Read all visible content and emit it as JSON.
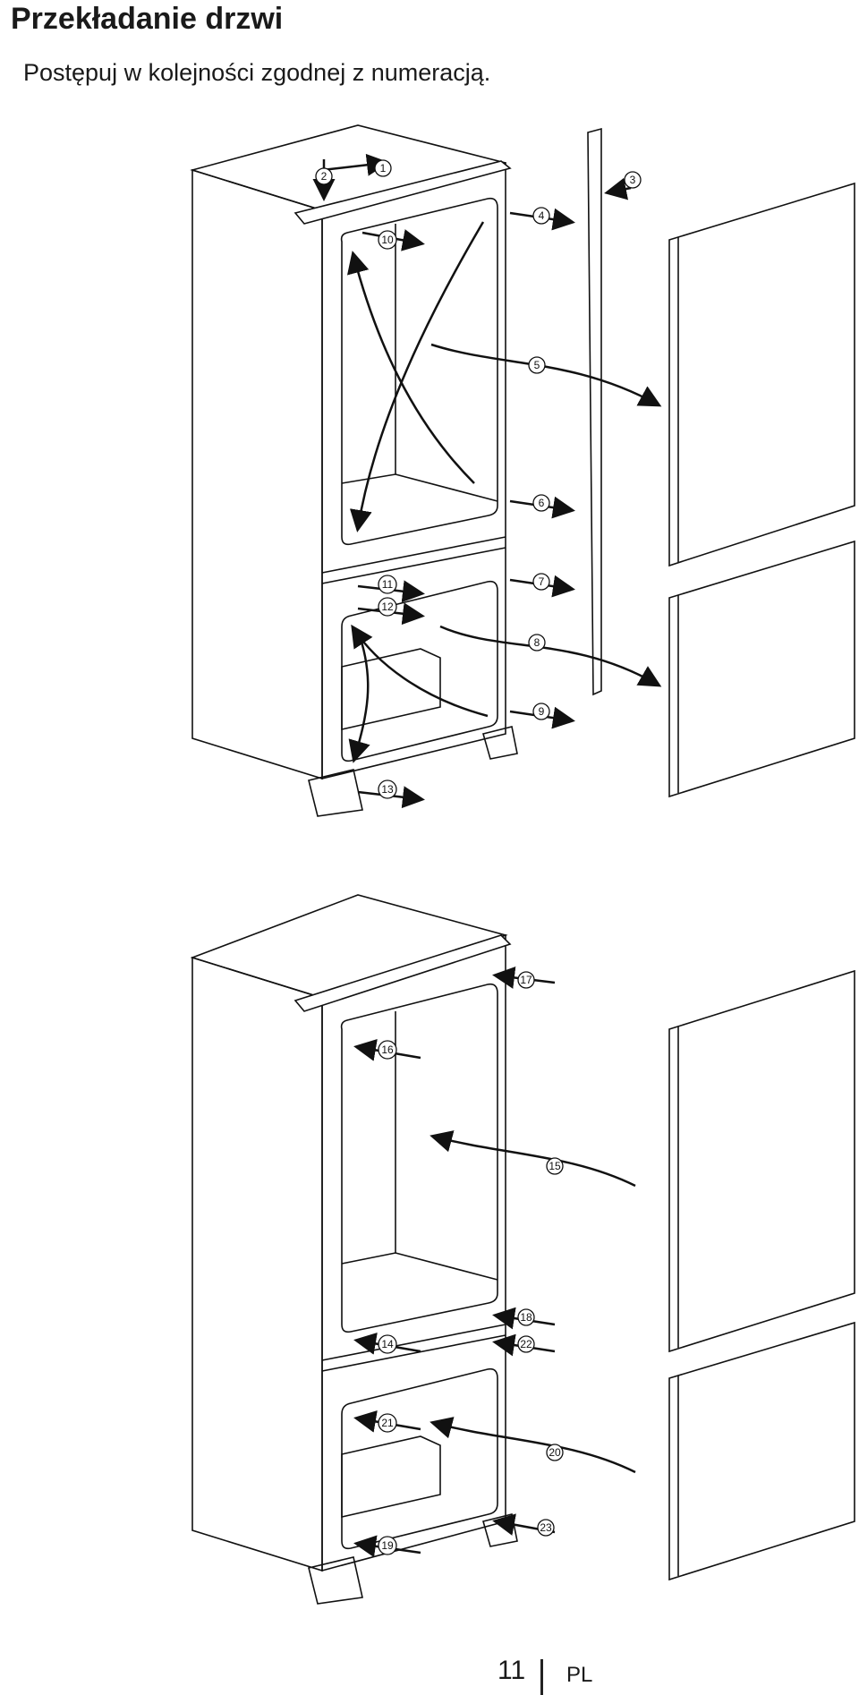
{
  "title": "Przekładanie drzwi",
  "subtitle": "Postępuj w kolejności zgodnej z numeracją.",
  "footer": {
    "page_number": "11",
    "language": "PL"
  },
  "diagram_top": {
    "steps": [
      "1",
      "2",
      "3",
      "4",
      "5",
      "6",
      "7",
      "8",
      "9",
      "10",
      "11",
      "12",
      "13"
    ]
  },
  "diagram_bottom": {
    "steps": [
      "14",
      "15",
      "16",
      "17",
      "18",
      "19",
      "20",
      "21",
      "22",
      "23"
    ]
  }
}
